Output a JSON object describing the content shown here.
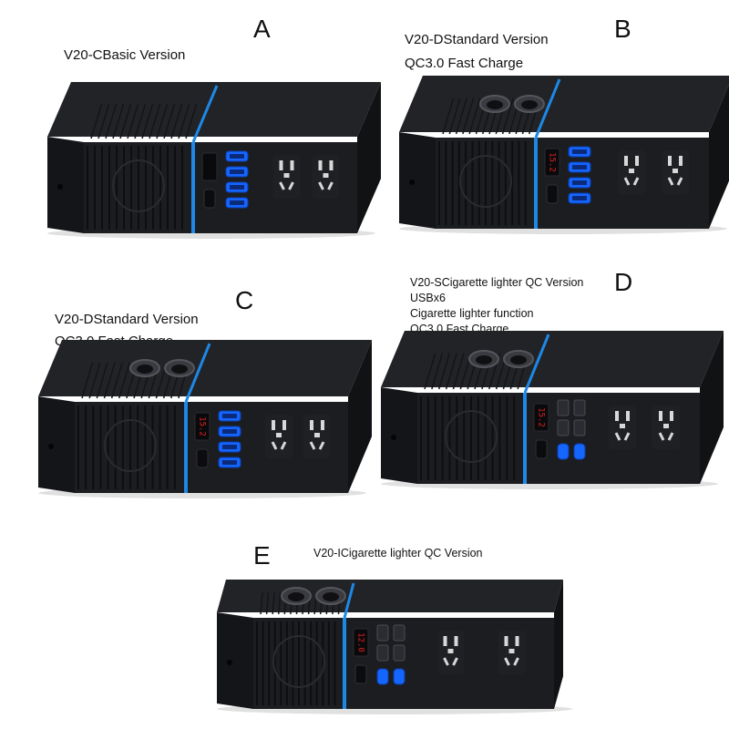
{
  "products": [
    {
      "letter": "A",
      "lines": [
        "V20-CBasic Version"
      ],
      "cigarette_sockets": 0,
      "display_lit": false,
      "usb_style": "quad-blue"
    },
    {
      "letter": "B",
      "lines": [
        "V20-DStandard Version",
        "QC3.0 Fast Charge"
      ],
      "cigarette_sockets": 2,
      "display_lit": true,
      "display_text": "15.2",
      "usb_style": "quad-blue"
    },
    {
      "letter": "C",
      "lines": [
        "V20-DStandard Version",
        "QC3.0 Fast Charge"
      ],
      "cigarette_sockets": 2,
      "display_lit": true,
      "display_text": "15.2",
      "usb_style": "quad-blue"
    },
    {
      "letter": "D",
      "lines": [
        "V20-SCigarette lighter QC Version",
        "USBx6",
        "Cigarette lighter function",
        "QC3.0 Fast Charge"
      ],
      "cigarette_sockets": 2,
      "display_lit": true,
      "display_text": "15.2",
      "usb_style": "six-mixed"
    },
    {
      "letter": "E",
      "lines": [
        "V20-ICigarette lighter QC Version"
      ],
      "cigarette_sockets": 2,
      "display_lit": true,
      "display_text": "12.0",
      "usb_style": "six-mixed"
    }
  ],
  "colors": {
    "body": "#1c1d20",
    "accent": "#1e88e5",
    "usb": "#1565ff",
    "display": "#e02020"
  }
}
